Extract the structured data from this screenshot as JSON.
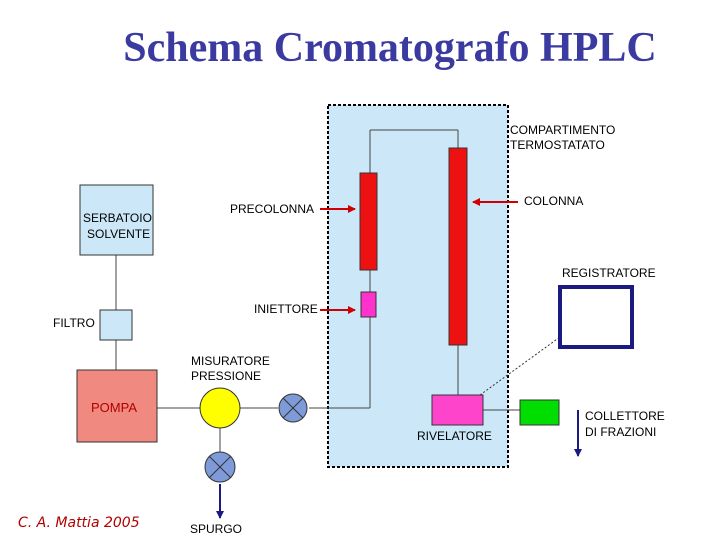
{
  "title": "Schema Cromatografo HPLC",
  "labels": {
    "compartimento_line1": "COMPARTIMENTO",
    "compartimento_line2": "TERMOSTATATO",
    "colonna": "COLONNA",
    "precolonna": "PRECOLONNA",
    "serbatoio_line1": "SERBATOIO",
    "serbatoio_line2": "SOLVENTE",
    "registratore": "REGISTRATORE",
    "iniettore": "INIETTORE",
    "filtro": "FILTRO",
    "misuratore_line1": "MISURATORE",
    "misuratore_line2": "PRESSIONE",
    "pompa": "POMPA",
    "rivelatore": "RIVELATORE",
    "collettore_line1": "COLLETTORE",
    "collettore_line2": "DI FRAZIONI",
    "spurgo": "SPURGO"
  },
  "author": "C. A. Mattia 2005",
  "colors": {
    "title": "#3a3aa0",
    "compartment_fill": "#cce8f8",
    "column_red": "#ee1111",
    "injector_magenta": "#ff33cc",
    "detector_magenta": "#ff44cc",
    "pump_fill": "#f08a80",
    "pressure_yellow": "#ffff00",
    "collector_green": "#00dd00",
    "arrow_red": "#d00000",
    "valve_blue": "#6688cc"
  }
}
